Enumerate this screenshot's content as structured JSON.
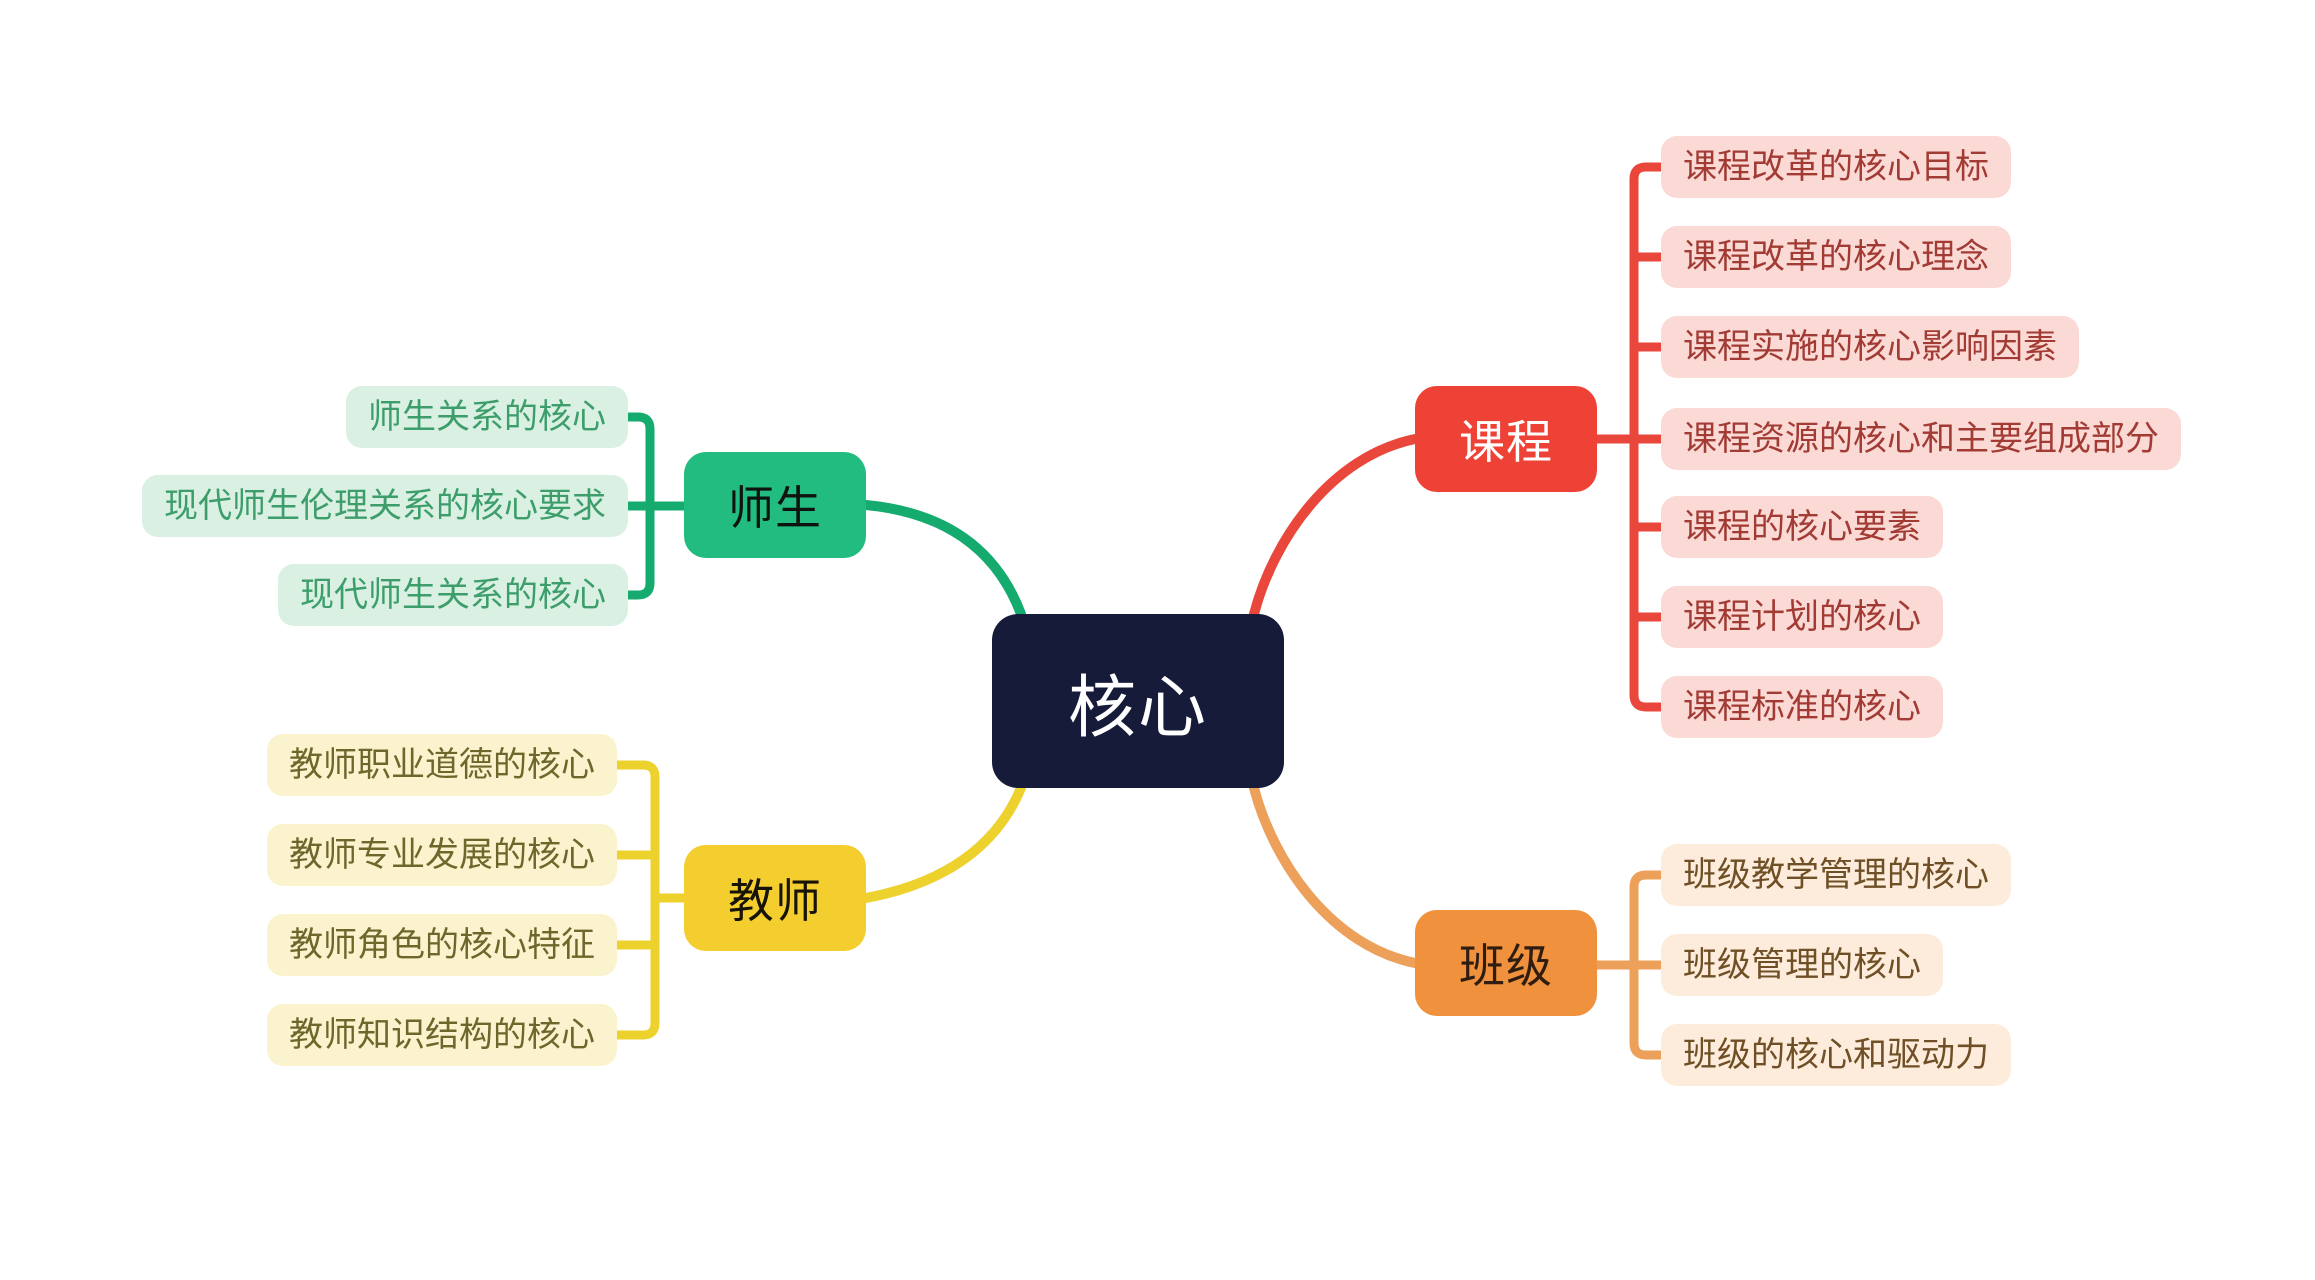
{
  "page": {
    "background": "#ffffff"
  },
  "center": {
    "label": "核心",
    "bg": "#161b3a",
    "text_color": "#ffffff"
  },
  "branches": [
    {
      "id": "teacher-student",
      "label": "师生",
      "node_bg": "#22bc80",
      "node_text": "#0d130e",
      "line": "#16ab6e",
      "child_bg": "#d9f0e2",
      "child_text": "#3d9e6c",
      "children": [
        {
          "label": "师生关系的核心"
        },
        {
          "label": "现代师生伦理关系的核心要求"
        },
        {
          "label": "现代师生关系的核心"
        }
      ]
    },
    {
      "id": "teacher",
      "label": "教师",
      "node_bg": "#f4ce2e",
      "node_text": "#171407",
      "line": "#edd22e",
      "child_bg": "#fbf3cd",
      "child_text": "#6d672c",
      "children": [
        {
          "label": "教师职业道德的核心"
        },
        {
          "label": "教师专业发展的核心"
        },
        {
          "label": "教师角色的核心特征"
        },
        {
          "label": "教师知识结构的核心"
        }
      ]
    },
    {
      "id": "course",
      "label": "课程",
      "node_bg": "#ee4237",
      "node_text": "#ffffff",
      "line": "#e9473c",
      "child_bg": "#fbd9d5",
      "child_text": "#a23b34",
      "children": [
        {
          "label": "课程改革的核心目标"
        },
        {
          "label": "课程改革的核心理念"
        },
        {
          "label": "课程实施的核心影响因素"
        },
        {
          "label": "课程资源的核心和主要组成部分"
        },
        {
          "label": "课程的核心要素"
        },
        {
          "label": "课程计划的核心"
        },
        {
          "label": "课程标准的核心"
        }
      ]
    },
    {
      "id": "class",
      "label": "班级",
      "node_bg": "#f0923d",
      "node_text": "#2e1d10",
      "line": "#eca05a",
      "child_bg": "#fdecdb",
      "child_text": "#6f4f26",
      "children": [
        {
          "label": "班级教学管理的核心"
        },
        {
          "label": "班级管理的核心"
        },
        {
          "label": "班级的核心和驱动力"
        }
      ]
    }
  ]
}
